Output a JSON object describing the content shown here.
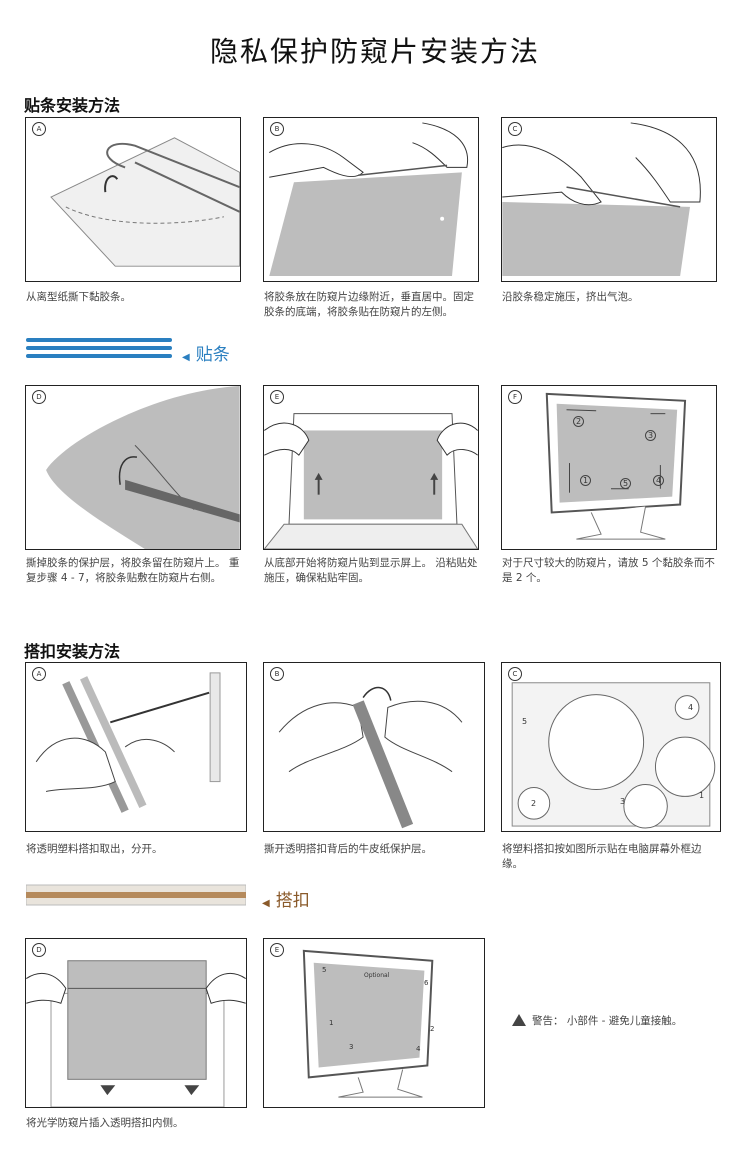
{
  "title": "隐私保护防窥片安装方法",
  "sections": {
    "adhesive": "贴条安装方法",
    "clip": "搭扣安装方法"
  },
  "badges": {
    "a": "A",
    "b": "B",
    "c": "C",
    "d": "D",
    "e": "E",
    "f": "F"
  },
  "adhesive_steps": {
    "a": "从离型纸撕下黏胶条。",
    "b": "将胶条放在防窥片边缘附近，垂直居中。固定胶条的底端，将胶条贴在防窥片的左侧。",
    "c": "沿胶条稳定施压，挤出气泡。",
    "d": "撕掉胶条的保护层，将胶条留在防窥片上。 重复步骤 4 - 7，将胶条贴敷在防窥片右侧。",
    "e": "从底部开始将防窥片贴到显示屏上。 沿粘贴处施压，确保粘贴牢固。",
    "f": "对于尺寸较大的防窥片，请放 5 个黏胶条而不是 2 个。"
  },
  "strip_label": "贴条",
  "clip_label": "搭扣",
  "clip_steps": {
    "a": "将透明塑料搭扣取出，分开。",
    "b": "撕开透明搭扣背后的牛皮纸保护层。",
    "c": "将塑料搭扣按如图所示贴在电脑屏幕外框边缘。",
    "d": "将光学防窥片插入透明搭扣内侧。"
  },
  "monitor_f_labels": [
    "1",
    "2",
    "3",
    "4",
    "5"
  ],
  "clip_c_labels": [
    "1",
    "2",
    "3",
    "4",
    "5"
  ],
  "clip_e_labels": {
    "optional": "Optional",
    "n1": "1",
    "n2": "2",
    "n3": "3",
    "n4": "4",
    "n5": "5",
    "n6": "6"
  },
  "warning": "警告： 小部件 - 避免儿童接触。",
  "colors": {
    "strip_blue": "#2a7fc0",
    "clip_brown": "#b58a5c",
    "screen_gray": "#bdbdbd"
  }
}
